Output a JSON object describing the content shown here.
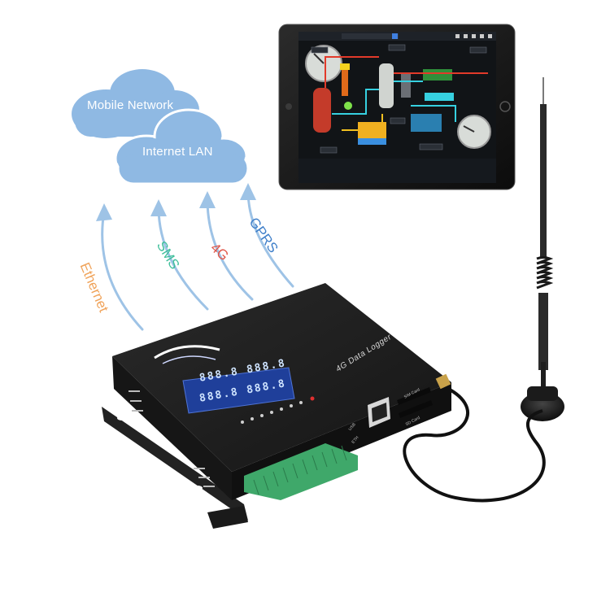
{
  "clouds": {
    "top_label": "Mobile Network",
    "bottom_label": "Internet LAN",
    "color": "#8fb9e3"
  },
  "arrows": [
    {
      "label": "Ethernet",
      "color": "#f0a35a"
    },
    {
      "label": "SMS",
      "color": "#3fbf9a"
    },
    {
      "label": "4G",
      "color": "#e0574a"
    },
    {
      "label": "GPRS",
      "color": "#3f7fc9"
    }
  ],
  "arrow_color": "#9ec3e6",
  "device": {
    "title": "4G Data Logger",
    "lcd_row1": "888.8 888.8",
    "lcd_row2": "888.8 888.8",
    "sim_label": "SIM Card",
    "sd_label": "SD Card",
    "usb_label": "USB",
    "eth_label": "ETH",
    "body_color": "#1c1c1c",
    "terminal_color": "#3fa86a",
    "lcd_color": "#1f3f9a"
  },
  "tablet": {
    "screen_bg": "#111417",
    "icons": [
      "home-icon",
      "settings-icon"
    ]
  }
}
